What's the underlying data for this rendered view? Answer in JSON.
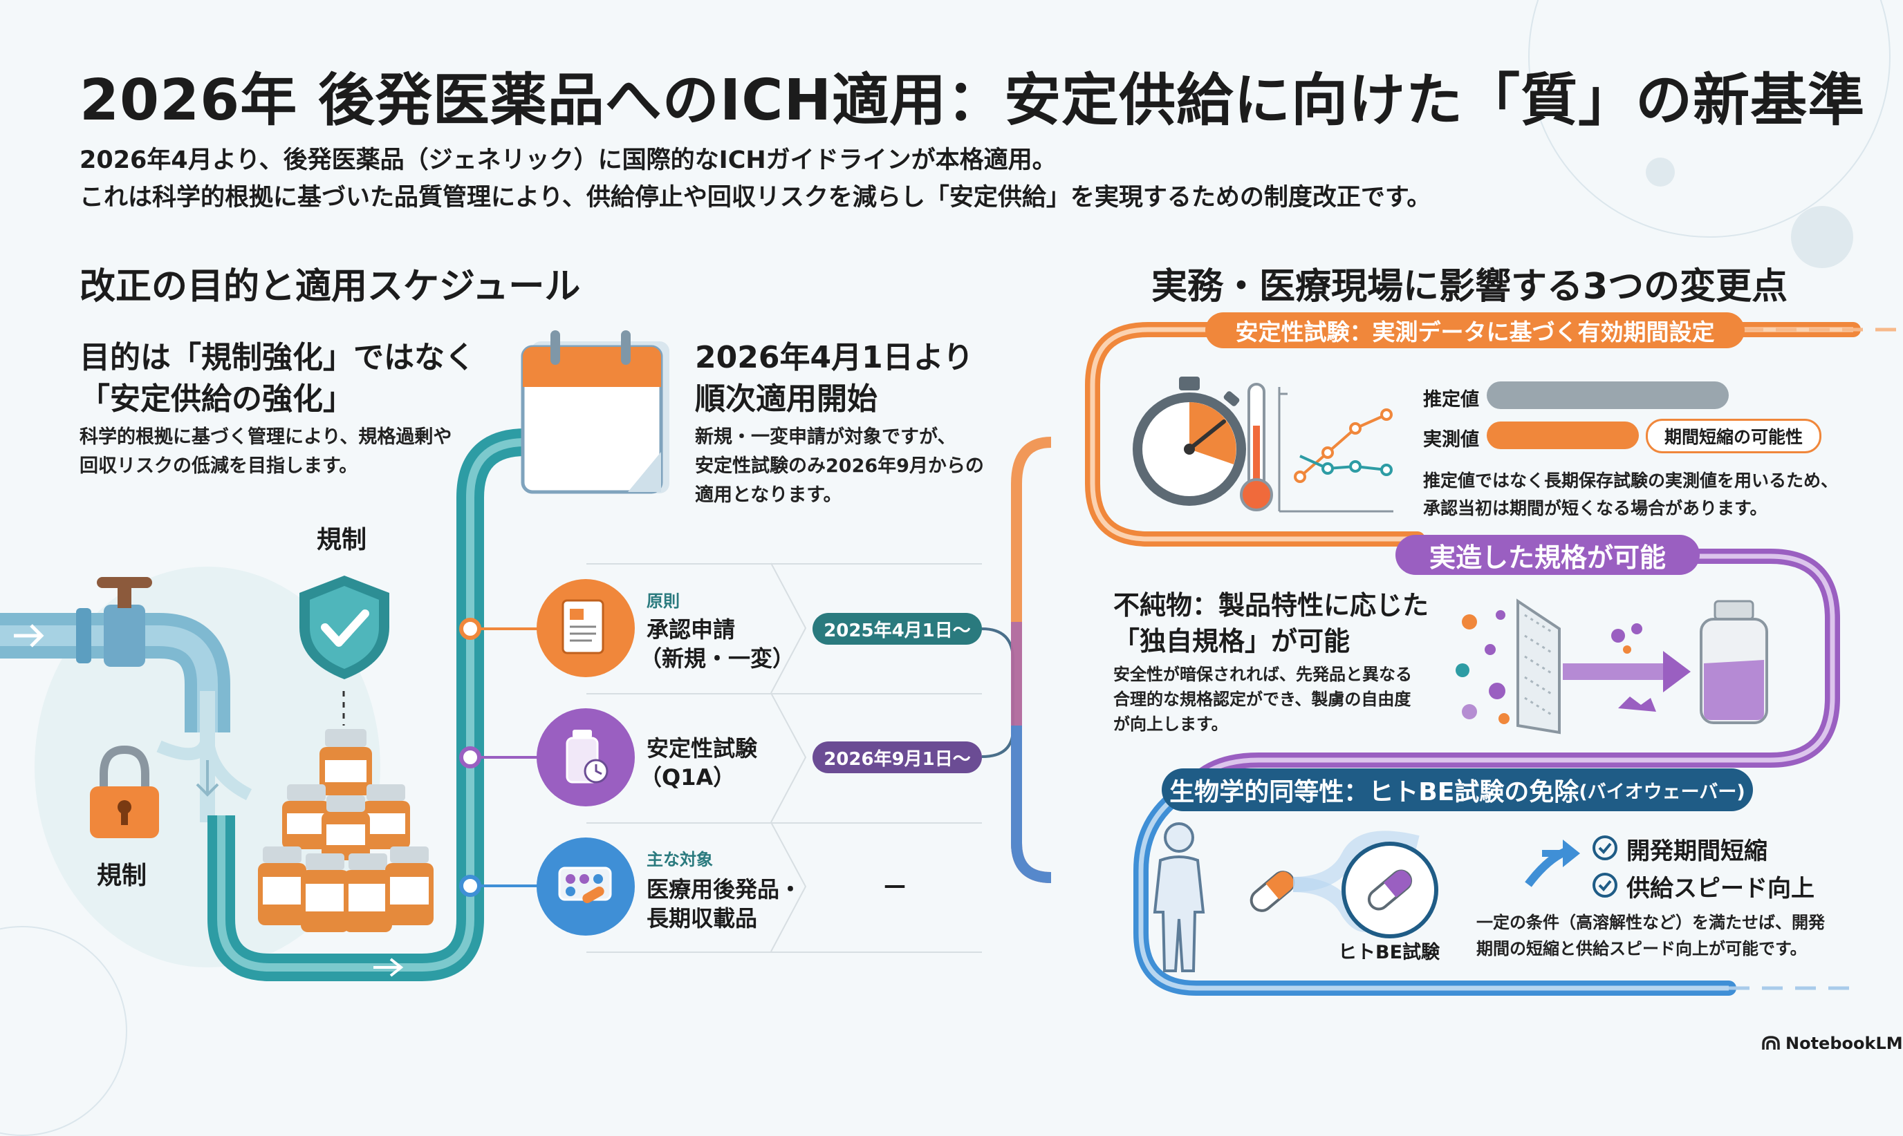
{
  "header": {
    "title": "2026年 後発医薬品へのICH適用：安定供給に向けた「質」の新基準",
    "intro_line1": "2026年4月より、後発医薬品（ジェネリック）に国際的なICHガイドラインが本格適用。",
    "intro_line2": "これは科学的根拠に基づいた品質管理により、供給停止や回収リスクを減らし「安定供給」を実現するための制度改正です。"
  },
  "left": {
    "section_title": "改正の目的と適用スケジュール",
    "purpose_line1": "目的は「規制強化」ではなく",
    "purpose_line2": "「安定供給の強化」",
    "purpose_body1": "科学的根拠に基づく管理により、規格過剰や",
    "purpose_body2": "回収リスクの低減を目指します。",
    "shield_label": "規制",
    "lock_label": "規制",
    "start_line1": "2026年4月1日より",
    "start_line2": "順次適用開始",
    "start_body1": "新規・一変申請が対象ですが、",
    "start_body2": "安定性試験のみ2026年9月からの",
    "start_body3": "適用となります。",
    "rows": [
      {
        "tag": "原則",
        "line1": "承認申請",
        "line2": "（新規・一変）",
        "date": "2025年4月1日〜"
      },
      {
        "tag": "",
        "line1": "安定性試験",
        "line2": "（Q1A）",
        "date": "2026年9月1日〜"
      },
      {
        "tag": "主な対象",
        "line1": "医療用後発品・",
        "line2": "長期収載品",
        "date": "—"
      }
    ]
  },
  "right": {
    "section_title": "実務・医療現場に影響する3つの変更点",
    "change1": {
      "title": "安定性試験：実測データに基づく有効期間設定",
      "label_estimate": "推定値",
      "label_actual": "実測値",
      "note": "期間短縮の可能性",
      "body1": "推定値ではなく長期保存試験の実測値を用いるため、",
      "body2": "承認当初は期間が短くなる場合があります。"
    },
    "change2": {
      "title": "実造した規格が可能",
      "heading1": "不純物：製品特性に応じた",
      "heading2": "「独自規格」が可能",
      "body1": "安全性が暗保されれば、先発品と異なる",
      "body2": "合理的な規格認定ができ、製虜の自由度",
      "body3": "が向上します。"
    },
    "change3": {
      "title": "生物学的同等性：ヒトBE試験の免除",
      "title_sub": "(バイオウェーバー)",
      "be_label": "ヒトBE試験",
      "check1": "開発期間短縮",
      "check2": "供給スピード向上",
      "body1": "一定の条件（高溶解性など）を満たせば、開発",
      "body2": "期間の短縮と供給スピード向上が可能です。"
    }
  },
  "footer": {
    "brand": "NotebookLM"
  },
  "colors": {
    "teal": "#2d9ca4",
    "orange": "#f0873b",
    "purple": "#9a5fc1",
    "blue": "#3f8fd6",
    "navy": "#1f5c86",
    "date_teal": "#2a7a7e",
    "date_purple": "#6b4c94"
  }
}
